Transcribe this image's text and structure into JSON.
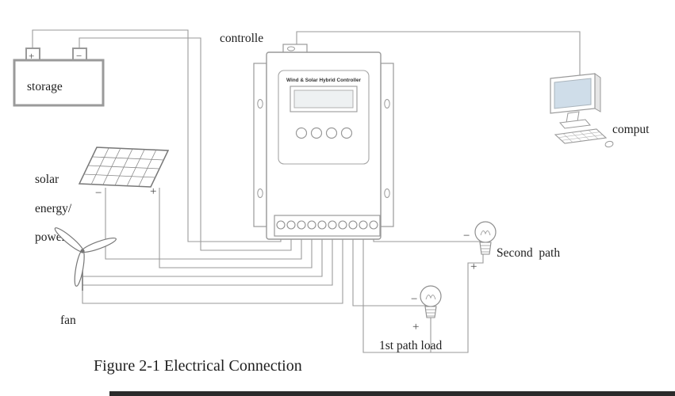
{
  "figure": {
    "caption": "Figure 2-1 Electrical Connection"
  },
  "labels": {
    "storage": "storage",
    "controller": "controlle",
    "computer": "comput",
    "solar_line1": "solar",
    "solar_line2": "energy/",
    "solar_line3": "power",
    "fan": "fan",
    "second_path": "Second  path",
    "first_path_load": "1st path load"
  },
  "controller": {
    "title": "Wind & Solar Hybrid Controller"
  },
  "symbols": {
    "battery_plus": "+",
    "battery_minus": "−",
    "solar_minus": "−",
    "solar_plus": "+",
    "second_path_minus": "−",
    "second_path_plus": "+",
    "first_path_minus": "−",
    "first_path_plus": "+"
  },
  "colors": {
    "wire": "#9a9a9a",
    "outline": "#8f8f8f",
    "screen": "#cfdde9",
    "text": "#1f1f1f"
  }
}
